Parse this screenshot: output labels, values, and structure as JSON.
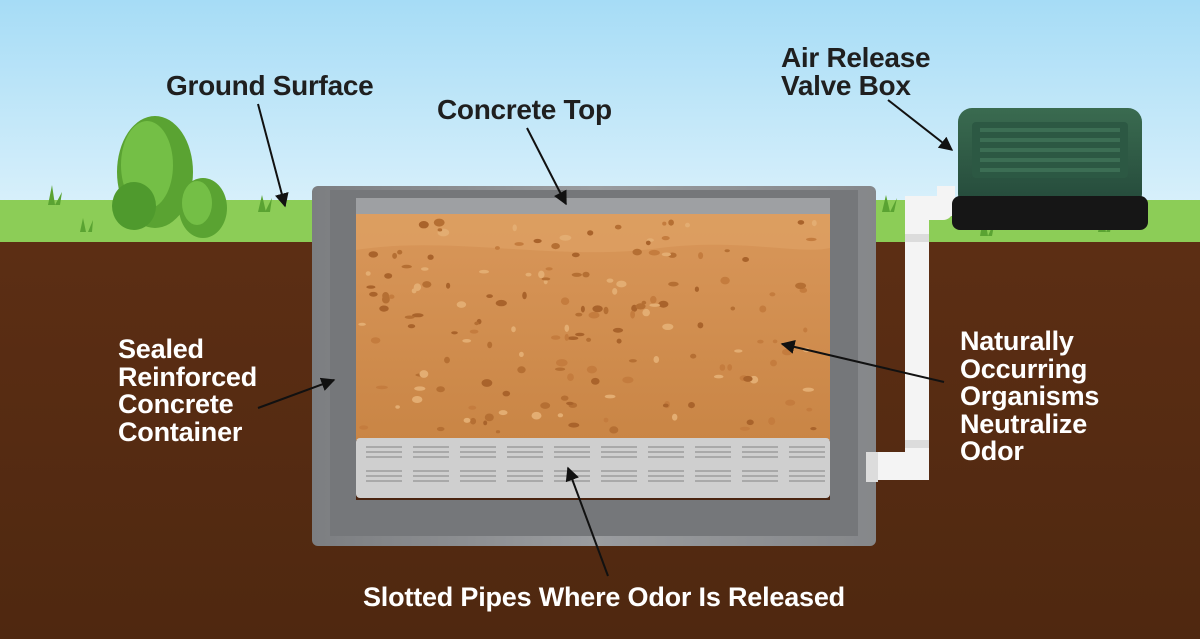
{
  "labels": {
    "ground_surface": "Ground Surface",
    "concrete_top": "Concrete Top",
    "air_release_valve_box": [
      "Air Release",
      "Valve Box"
    ],
    "sealed_container": [
      "Sealed",
      "Reinforced",
      "Concrete",
      "Container"
    ],
    "organisms": [
      "Naturally",
      "Occurring",
      "Organisms",
      "Neutralize",
      "Odor"
    ],
    "slotted_pipes": "Slotted Pipes Where Odor Is Released"
  },
  "colors": {
    "sky_top": "#a6dcf6",
    "sky_bottom": "#d6effb",
    "grass": "#8ccd57",
    "soil": "#5a2c12",
    "concrete": "#8f9194",
    "media": "#d18d4f",
    "pipe_bed": "#cfcfcf",
    "valve_box": "#2d5a40",
    "pipe": "#f4f4f4",
    "label_dark": "#1f1f1f",
    "label_light": "#ffffff"
  }
}
